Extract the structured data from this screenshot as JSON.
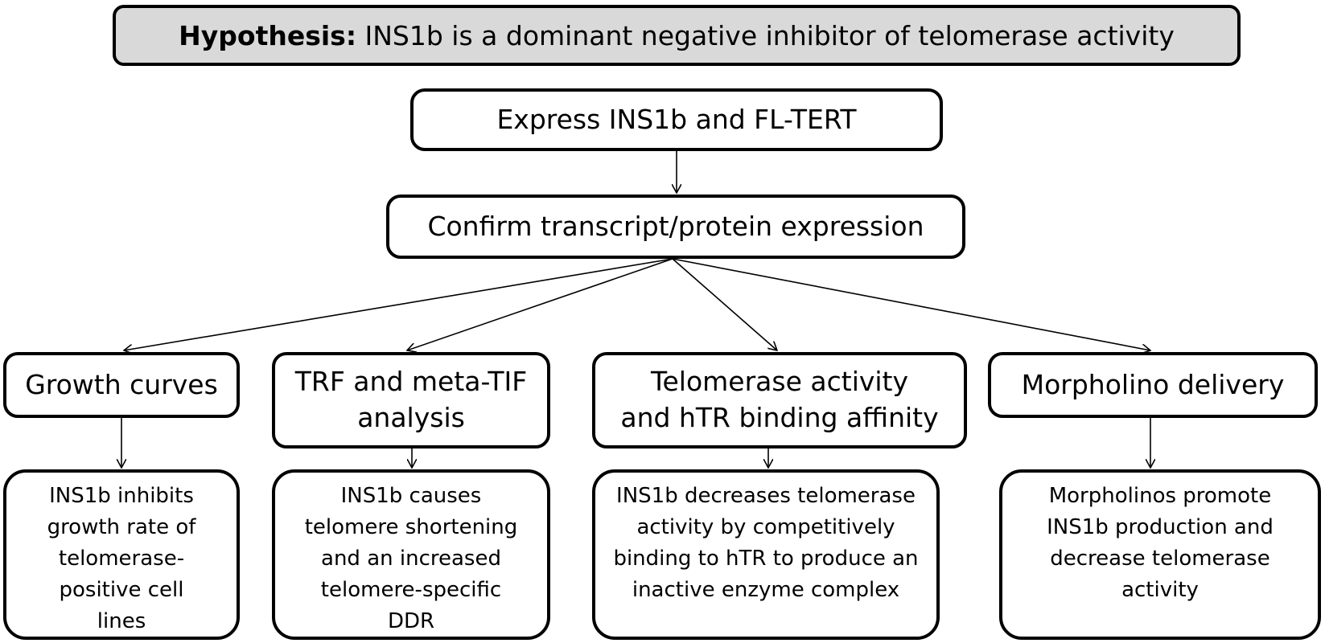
{
  "hypothesis": {
    "label": "Hypothesis",
    "separator": ":",
    "text": " INS1b is a dominant negative inhibitor of telomerase activity"
  },
  "steps": {
    "express": "Express INS1b and FL-TERT",
    "confirm": "Confirm transcript/protein expression"
  },
  "methods": {
    "growth": "Growth curves",
    "trf": "TRF and meta-TIF\nanalysis",
    "telomerase": "Telomerase activity\nand hTR binding affinity",
    "morpholino": "Morpholino delivery"
  },
  "results": {
    "growth": "INS1b inhibits\ngrowth rate of\ntelomerase-\npositive cell\nlines",
    "trf": "INS1b causes\ntelomere shortening\nand an increased\ntelomere-specific\nDDR",
    "telomerase": "INS1b decreases telomerase\nactivity by competitively\nbinding to hTR to produce an\ninactive enzyme complex",
    "morpholino": "Morpholinos promote\nINS1b  production and\ndecrease telomerase\nactivity"
  },
  "colors": {
    "hypothesis_fill": "#d9d9d9",
    "border": "#000000",
    "arrow": "#000000"
  }
}
